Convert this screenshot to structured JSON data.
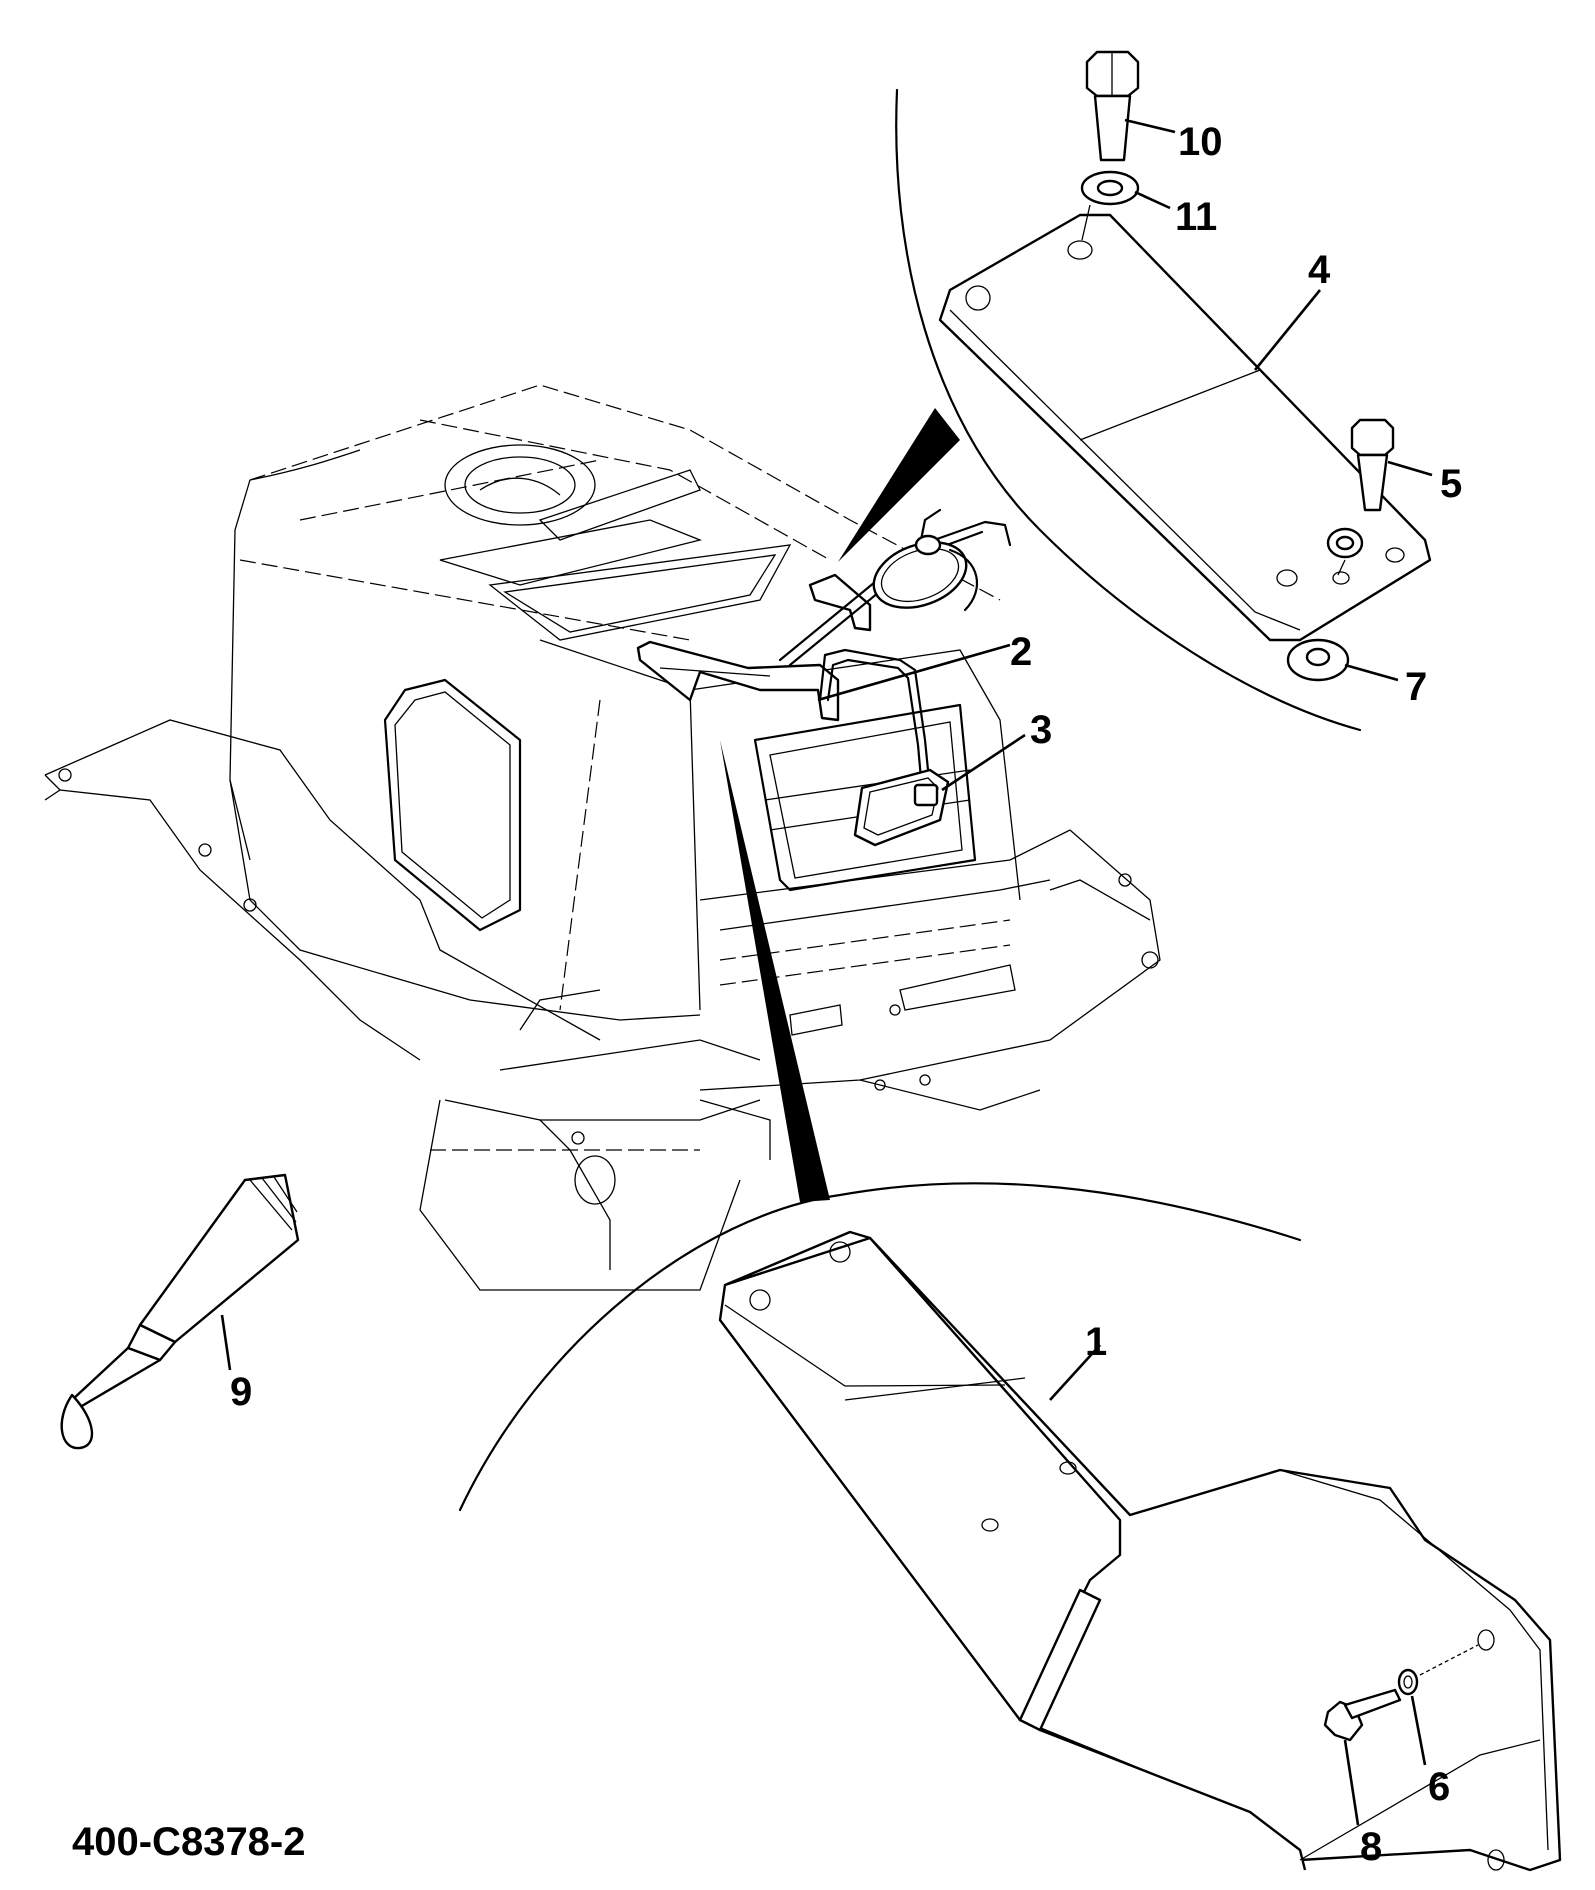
{
  "callouts": {
    "c1": "1",
    "c2": "2",
    "c3": "3",
    "c4": "4",
    "c5": "5",
    "c6": "6",
    "c7": "7",
    "c8": "8",
    "c9": "9",
    "c10": "10",
    "c11": "11"
  },
  "drawing_number": "400-C8378-2"
}
